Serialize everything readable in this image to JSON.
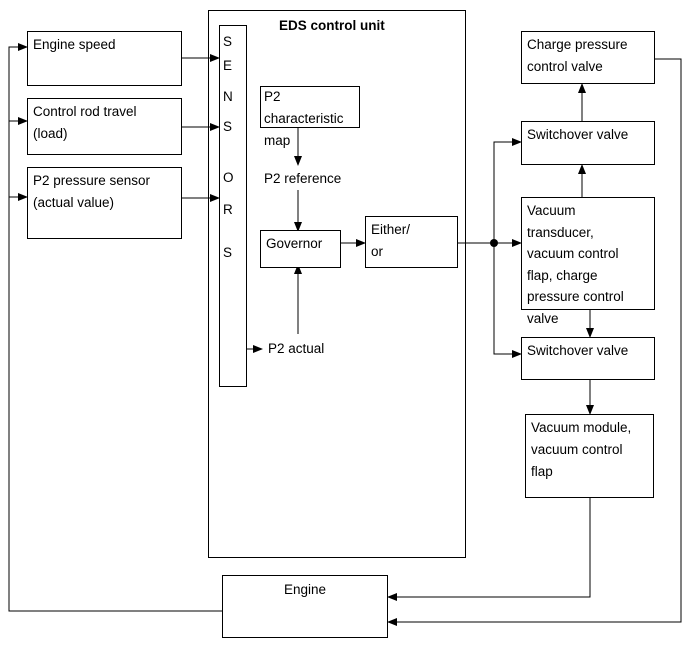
{
  "control_unit": {
    "title": "EDS control unit"
  },
  "sensors": {
    "letters": [
      "S",
      "E",
      "N",
      "S",
      "O",
      "R",
      "S"
    ]
  },
  "inputs": [
    {
      "label": "Engine speed"
    },
    {
      "label": "Control rod travel\n(load)"
    },
    {
      "label": "P2 pressure sensor\n(actual value)"
    }
  ],
  "internal": {
    "map": "P2\ncharacteristic\nmap",
    "reference": "P2 reference",
    "governor": "Governor",
    "either_or": "Either/\nor",
    "actual": "P2 actual"
  },
  "outputs": {
    "charge_valve": "Charge pressure\ncontrol valve",
    "switchover_top": "Switchover valve",
    "transducer": "Vacuum\ntransducer,\nvacuum control\nflap, charge\npressure control\nvalve",
    "switchover_bottom": "Switchover valve",
    "vacuum_module": "Vacuum module,\nvacuum control\nflap"
  },
  "engine": {
    "label": "Engine"
  }
}
